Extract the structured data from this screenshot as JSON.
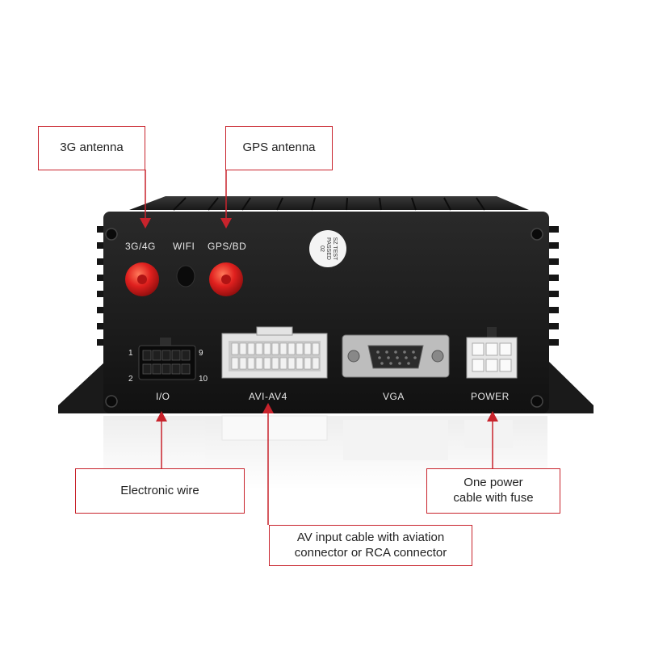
{
  "callouts": {
    "antenna_3g": "3G antenna",
    "gps_antenna": "GPS antenna",
    "electronic_wire": "Electronic wire",
    "av_input": "AV input cable with aviation\nconnector or RCA connector",
    "power_cable": "One power\ncable with fuse"
  },
  "device": {
    "port_labels": {
      "antenna_3g4g": "3G/4G",
      "wifi": "WIFI",
      "gps_bd": "GPS/BD",
      "io": "I/O",
      "avi_av4": "AVI-AV4",
      "vga": "VGA",
      "power": "POWER"
    },
    "io_pins": {
      "top_left": "1",
      "bottom_left": "2",
      "top_right": "9",
      "bottom_right": "10"
    },
    "sticker": "SZ TEST\nPASSED\n02"
  },
  "colors": {
    "callout_border": "#c8232c",
    "device_body": "#1b1b1b",
    "antenna_connector": "#e0201e",
    "port_frame": "#d8d8d8"
  },
  "icons": [
    "sma-antenna-connector",
    "wifi-led",
    "io-connector",
    "av-connector",
    "vga-connector",
    "power-connector",
    "screw-icon"
  ]
}
